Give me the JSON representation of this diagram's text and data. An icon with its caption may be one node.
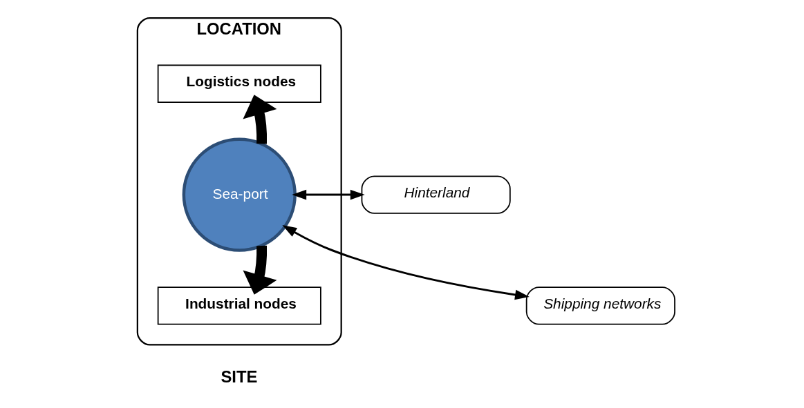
{
  "diagram": {
    "nodes": [
      {
        "text": [
          "LOCATION"
        ],
        "beside": [
          "SITE"
        ]
      },
      {
        "text": [
          "Logistics nodes"
        ],
        "in": 0
      },
      {
        "text": [
          "Sea-port"
        ],
        "in": 0
      },
      {
        "text": [
          "Industrial nodes"
        ],
        "in": 0
      },
      {
        "text": [
          "Hinterland"
        ]
      },
      {
        "text": [
          "Shipping networks"
        ]
      }
    ],
    "edges": [
      {
        "from": 2,
        "to": 1,
        "arrow": "to",
        "style": "thick"
      },
      {
        "from": 2,
        "to": 3,
        "arrow": "to",
        "style": "thick"
      },
      {
        "from": 4,
        "to": 2,
        "arrow": "both"
      },
      {
        "from": 2,
        "to": 5,
        "arrow": "both"
      }
    ]
  }
}
